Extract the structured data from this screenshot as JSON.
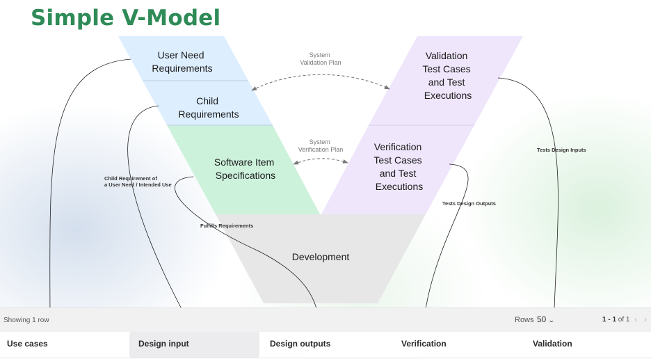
{
  "title": "Simple V-Model",
  "shapes": {
    "user_need": [
      "User Need",
      "Requirements"
    ],
    "child_req": [
      "Child",
      "Requirements"
    ],
    "software_item": [
      "Software Item",
      "Specifications"
    ],
    "validation": [
      "Validation",
      "Test Cases",
      "and Test",
      "Executions"
    ],
    "verification": [
      "Verification",
      "Test Cases",
      "and Test",
      "Executions"
    ],
    "development": "Development"
  },
  "plans": {
    "validation_plan": [
      "System",
      "Validation Plan"
    ],
    "verification_plan": [
      "System",
      "Verification Plan"
    ]
  },
  "annotations": {
    "child_of": [
      "Child Requirement of",
      "a User Need / Intended Use"
    ],
    "fulfills": "Fulfills Requirements",
    "tests_outputs": "Tests Design Outputs",
    "tests_inputs": "Tests Design Inputs"
  },
  "colors": {
    "title": "#2e8b57",
    "requirements_fill": "#ddeeff",
    "software_fill": "#cdf2dc",
    "test_fill": "#efe6fb",
    "development_fill": "#e7e7e7"
  },
  "table": {
    "showing": "Showing 1 row",
    "rows_label": "Rows",
    "rows_value": "50",
    "pager_range": "1 - 1",
    "pager_of": "of 1",
    "columns": [
      "Use cases",
      "Design input",
      "Design outputs",
      "Verification",
      "Validation"
    ],
    "active_column": "Design input"
  }
}
